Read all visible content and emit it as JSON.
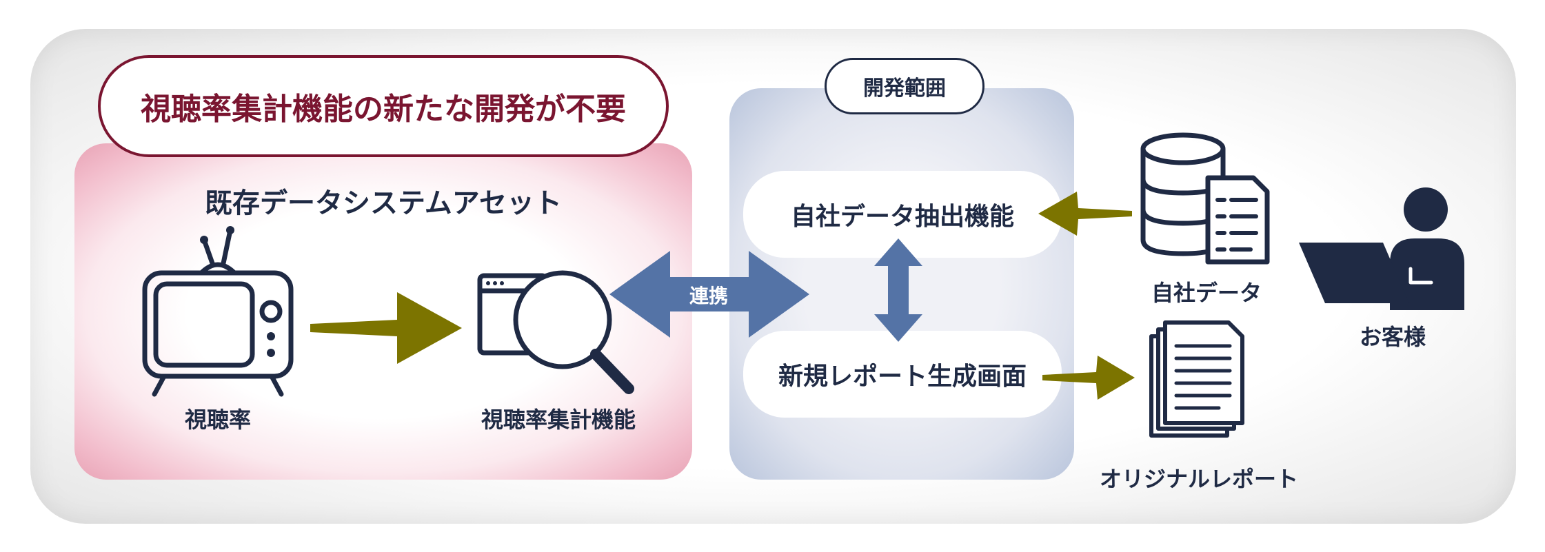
{
  "headline": "視聴率集計機能の新たな開発が不要",
  "asset_panel": {
    "title": "既存データシステムアセット"
  },
  "dev_scope_label": "開発範囲",
  "nodes": {
    "tv_label": "視聴率",
    "aggregation_label": "視聴率集計機能",
    "extract_function": "自社データ抽出機能",
    "report_screen": "新規レポート生成画面",
    "company_data_label": "自社データ",
    "original_report_label": "オリジナルレポート",
    "customer_label": "お客様"
  },
  "link_label": "連携",
  "colors": {
    "navy": "#1f2a44",
    "maroon": "#7a1530",
    "olive": "#7c7400",
    "steel_blue": "#5473a6",
    "pink_panel": "#e8a3b5",
    "blue_panel": "#b9c5dc"
  }
}
